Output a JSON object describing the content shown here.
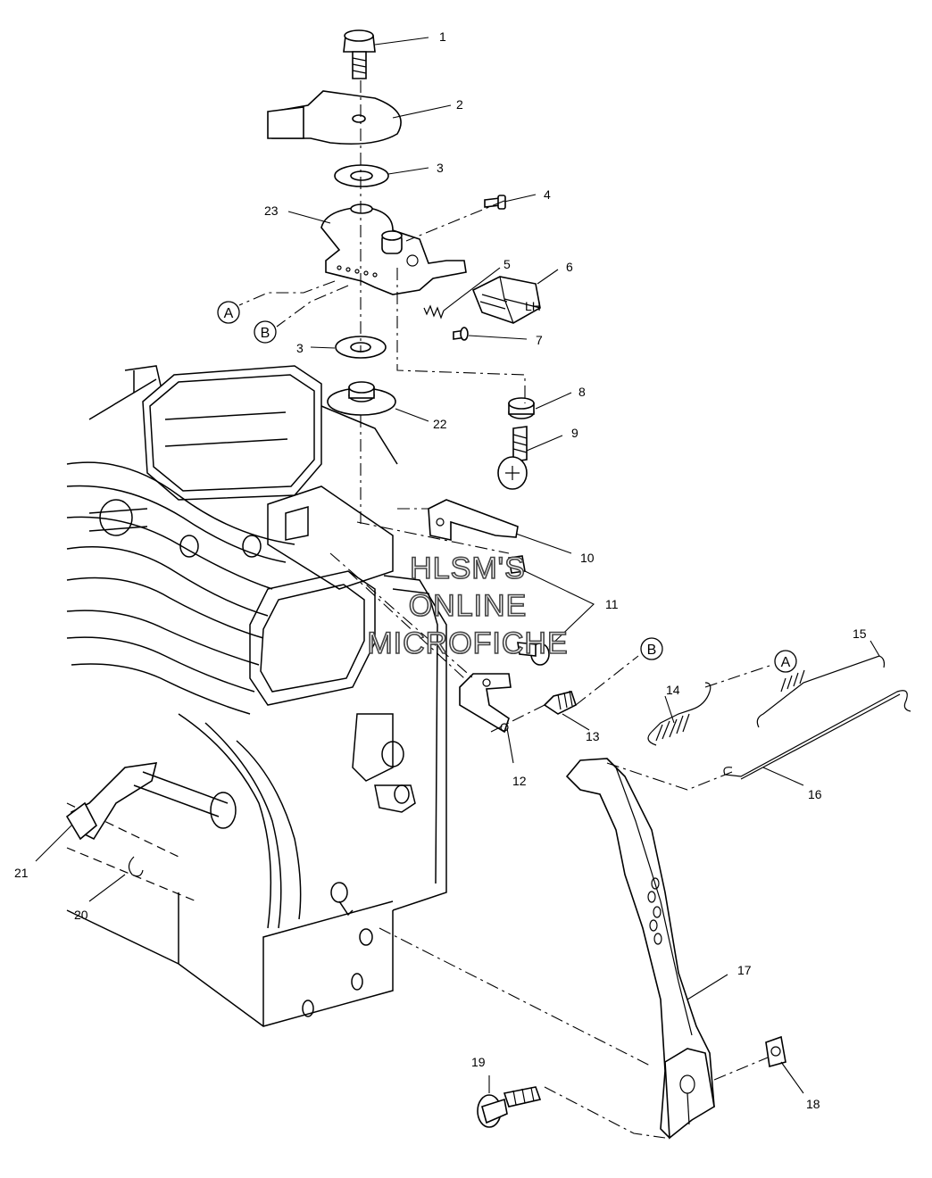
{
  "diagram": {
    "callout_numbers": [
      "1",
      "2",
      "3",
      "3",
      "4",
      "5",
      "6",
      "7",
      "8",
      "9",
      "10",
      "11",
      "12",
      "13",
      "14",
      "15",
      "16",
      "17",
      "18",
      "19",
      "20",
      "21",
      "22",
      "23"
    ],
    "reference_letters": [
      "A",
      "B",
      "B",
      "A"
    ],
    "part6_marking": "LH",
    "watermark": [
      "HLSM'S",
      "ONLINE",
      "MICROFICHE"
    ]
  }
}
